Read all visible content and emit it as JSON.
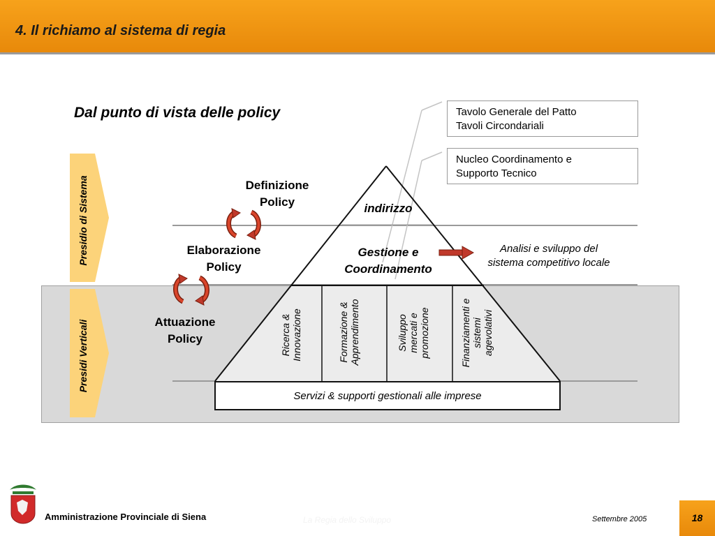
{
  "header": {
    "title": "4.  Il richiamo al sistema di regia"
  },
  "subtitle": "Dal punto di vista delle policy",
  "chevrons": {
    "top": "Presidio di Sistema",
    "bottom": "Presidi Verticali"
  },
  "policies": {
    "definizione": "Definizione\nPolicy",
    "elaborazione": "Elaborazione\nPolicy",
    "attuazione": "Attuazione\nPolicy"
  },
  "boxes": {
    "tavolo": "Tavolo Generale del Patto\nTavoli Circondariali",
    "nucleo": "Nucleo Coordinamento e\nSupporto Tecnico"
  },
  "pyramid": {
    "top": "indirizzo",
    "middle": "Gestione e\nCoordinamento",
    "columns": [
      "Ricerca &\nInnovazione",
      "Formazione &\nApprendimento",
      "Sviluppo\nmercati e\npromozione",
      "Finanziamenti e\nsistemi\nagevolativi"
    ],
    "base": "Servizi & supporti gestionali alle imprese"
  },
  "analisi": "Analisi e sviluppo del\nsistema competitivo locale",
  "colors": {
    "accent": "#f0960f",
    "chevron": "#fcd37a",
    "arrow": "#c0392b",
    "panel": "#d9d9d9"
  },
  "footer": {
    "org": "Amministrazione Provinciale di Siena",
    "center": "La Regia dello Sviluppo",
    "date": "Settembre 2005",
    "page": "18"
  }
}
